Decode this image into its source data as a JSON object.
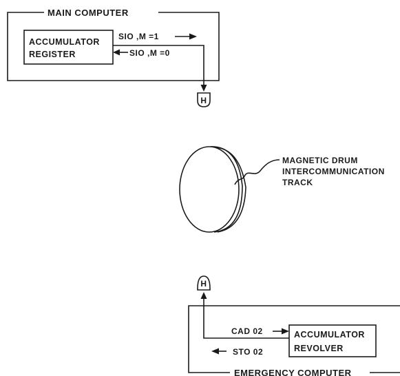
{
  "main_computer": {
    "title": "MAIN COMPUTER",
    "register_line1": "ACCUMULATOR",
    "register_line2": "REGISTER",
    "signal_out": "SIO ,M =1",
    "signal_in": "SIO ,M =0"
  },
  "connector_top": {
    "label": "H"
  },
  "drum": {
    "label_line1": "MAGNETIC DRUM",
    "label_line2": "INTERCOMMUNICATION",
    "label_line3": "TRACK"
  },
  "connector_bottom": {
    "label": "H"
  },
  "emergency_computer": {
    "title": "EMERGENCY COMPUTER",
    "revolver_line1": "ACCUMULATOR",
    "revolver_line2": "REVOLVER",
    "signal_cad": "CAD 02",
    "signal_sto": "STO 02"
  }
}
